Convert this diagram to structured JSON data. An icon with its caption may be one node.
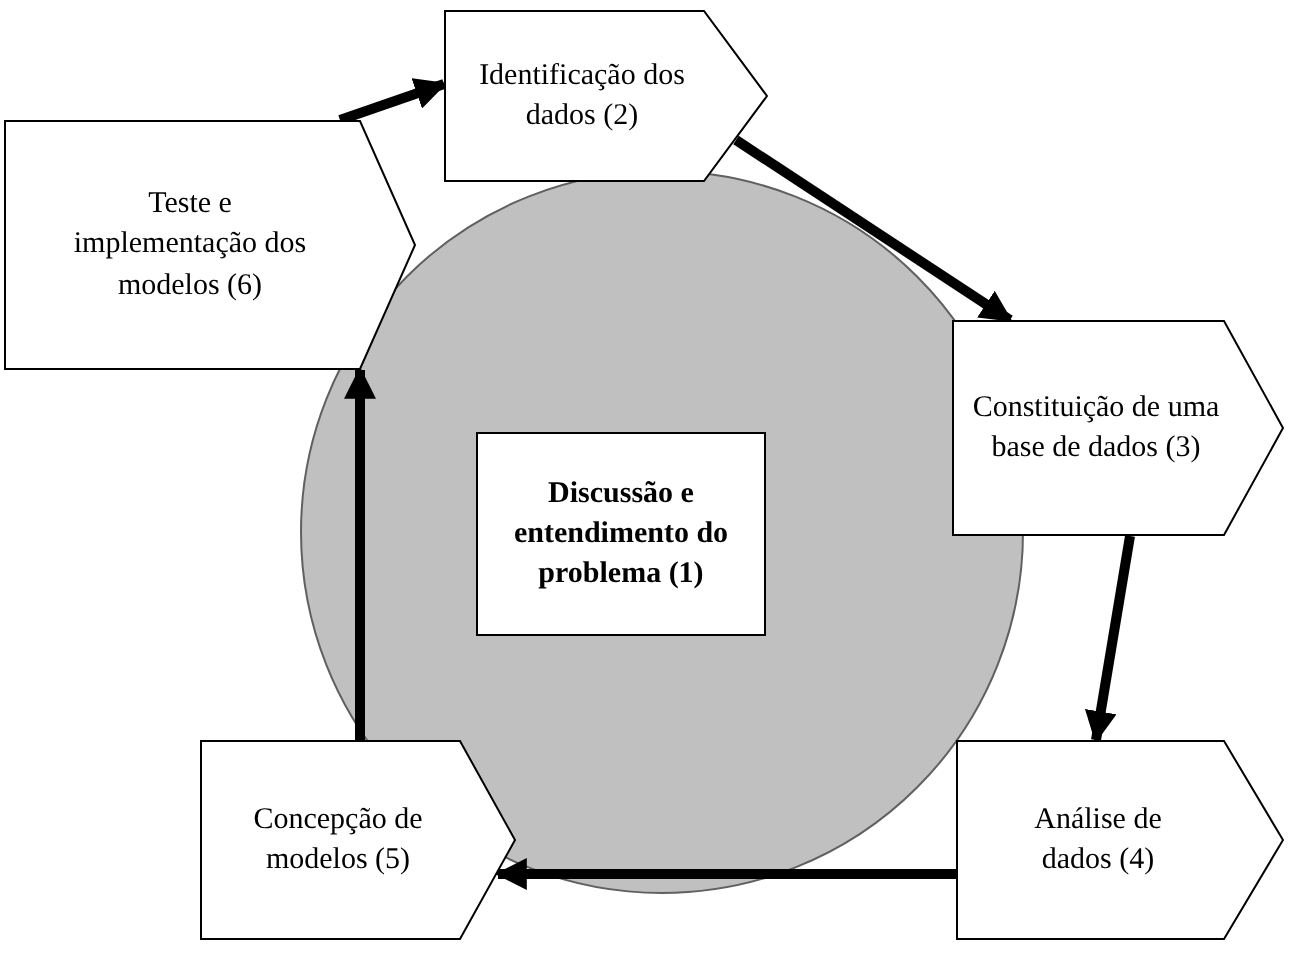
{
  "diagram": {
    "nodes": [
      {
        "text": [],
        "shape": "circle"
      },
      {
        "text": [
          "Discussão e entendimento do problema (1)"
        ],
        "in": 0
      },
      {
        "text": [
          "Identificação dos dados (2)"
        ]
      },
      {
        "text": [
          "Constituição de uma base de dados (3)"
        ]
      },
      {
        "text": [
          "Análise de dados (4)"
        ]
      },
      {
        "text": [
          "Concepção de modelos (5)"
        ]
      },
      {
        "text": [
          "Teste e implementação dos modelos (6)"
        ]
      }
    ],
    "edges": [
      {
        "from": 2,
        "to": 3,
        "arrow": "to"
      },
      {
        "from": 3,
        "to": 4,
        "arrow": "to"
      },
      {
        "from": 4,
        "to": 5,
        "arrow": "to"
      },
      {
        "from": 5,
        "to": 6,
        "arrow": "to"
      },
      {
        "from": 6,
        "to": 2,
        "arrow": "to"
      }
    ]
  }
}
